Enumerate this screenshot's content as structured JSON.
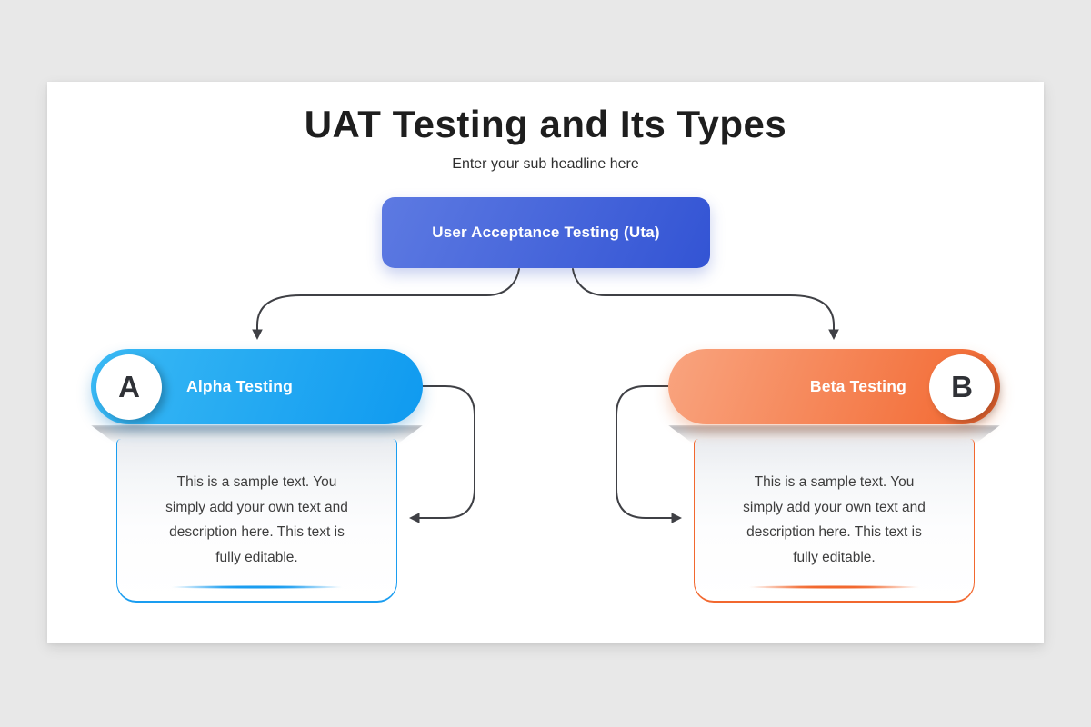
{
  "slide": {
    "title": "UAT Testing and Its Types",
    "subtitle": "Enter your sub headline here"
  },
  "root_node": {
    "label": "User Acceptance Testing (Uta)"
  },
  "branches": [
    {
      "badge": "A",
      "label": "Alpha Testing",
      "description_lines": [
        "This is a sample text. You",
        "simply add your own text and",
        "description here. This text is",
        "fully editable."
      ]
    },
    {
      "badge": "B",
      "label": "Beta Testing",
      "description_lines": [
        "This is a sample text. You",
        "simply add your own text and",
        "description here. This text is",
        "fully editable."
      ]
    }
  ],
  "colors": {
    "page-bg": "#e8e8e8",
    "canvas-bg": "#ffffff",
    "title-color": "#1e1e1e",
    "subtitle-color": "#2e2e2e",
    "connector": "#3f4045",
    "root-grad-start": "#5d7ae2",
    "root-grad-end": "#3354d4",
    "alpha-grad-start": "#3ab9f4",
    "alpha-grad-end": "#0f9af0",
    "alpha-accent": "#1a9df0",
    "beta-grad-start": "#f9a47f",
    "beta-grad-end": "#f2662e",
    "beta-accent": "#f2682f",
    "card-text": "#3d3d3d",
    "badge-letter": "#2f3136",
    "node-label": "#ffffff"
  }
}
